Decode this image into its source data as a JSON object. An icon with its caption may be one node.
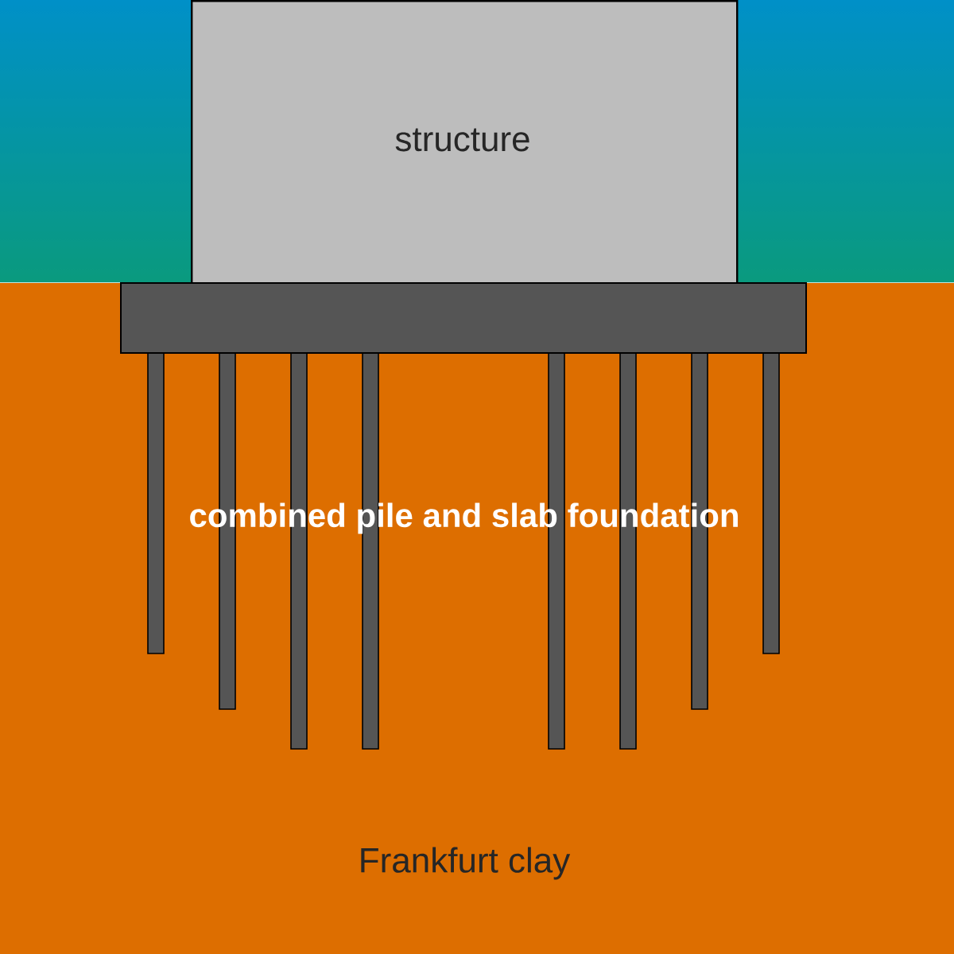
{
  "diagram": {
    "nodes": [
      {
        "text": [
          "structure"
        ]
      }
    ],
    "labels": [
      "combined pile and slab foundation",
      "Frankfurt clay"
    ]
  }
}
